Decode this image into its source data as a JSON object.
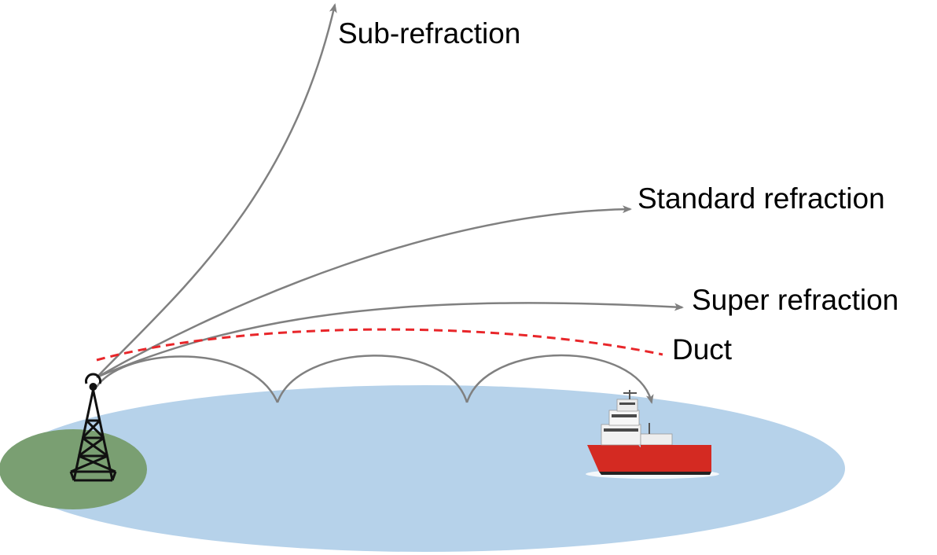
{
  "labels": {
    "sub_refraction": "Sub-refraction",
    "standard_refraction": "Standard refraction",
    "super_refraction": "Super refraction",
    "duct": "Duct"
  },
  "colors": {
    "sea": "#b6d2ea",
    "land": "#7a9f72",
    "ray": "#808080",
    "duct_line": "#e8262a",
    "tower": "#111111",
    "ship_hull": "#d42a22",
    "ship_deck": "#ffffff"
  },
  "icons": {
    "tower": "radio-tower-icon",
    "ship": "ship-icon"
  }
}
